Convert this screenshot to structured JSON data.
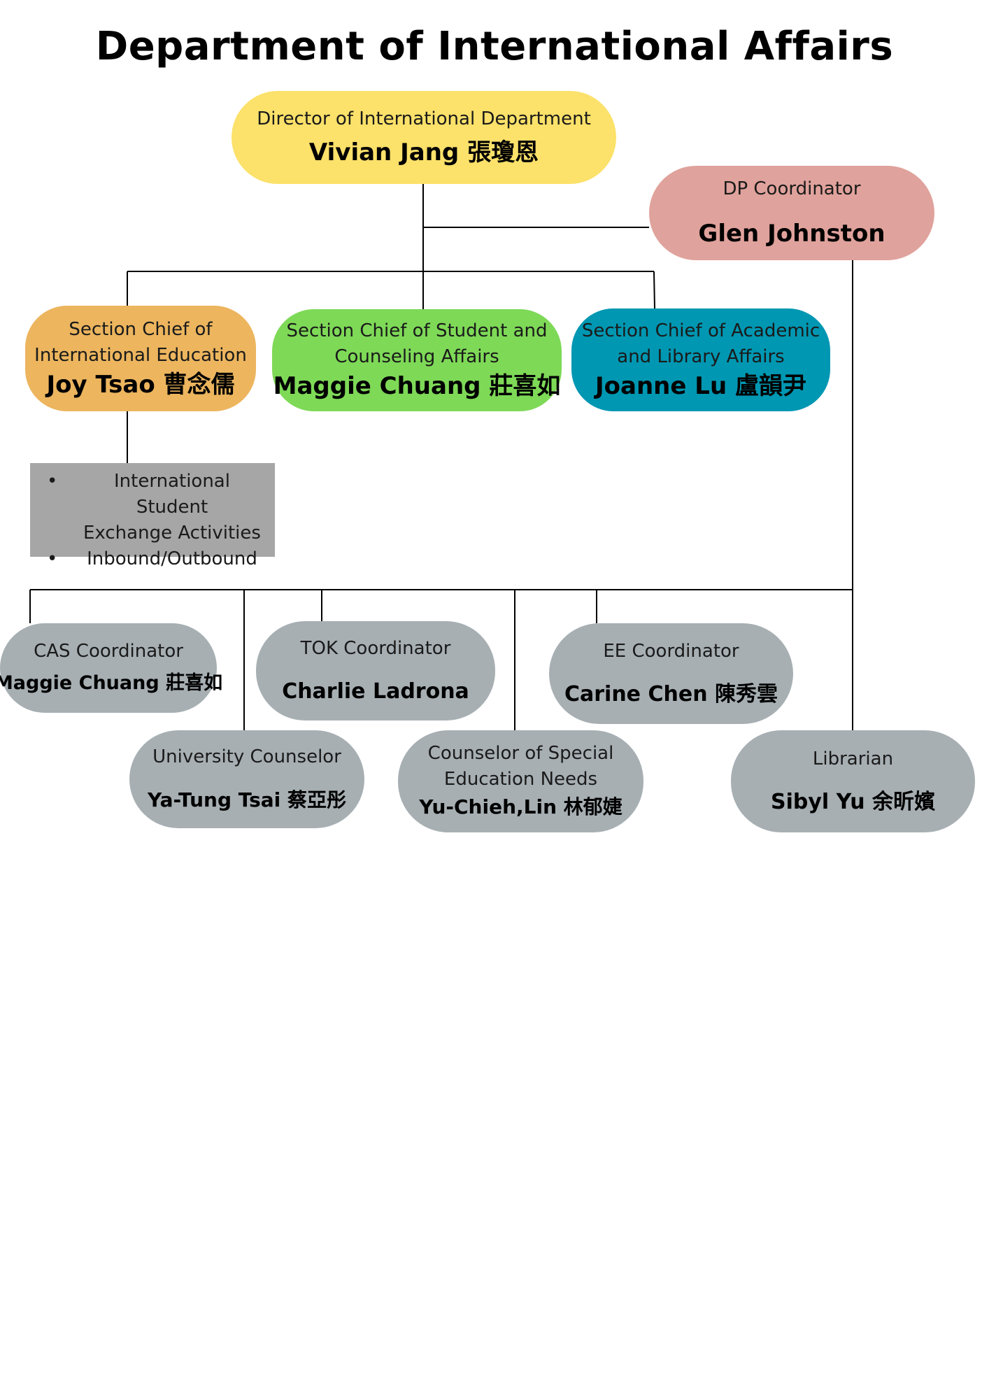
{
  "title": "Department of International Affairs",
  "nodes": {
    "director": {
      "role": "Director of International Department",
      "name": "Vivian Jang 張瓊恩",
      "color": "#fce16a"
    },
    "dp": {
      "role": "DP Coordinator",
      "name": "Glen Johnston",
      "color": "#e0a29c"
    },
    "intl_ed": {
      "role_line1": "Section Chief  of",
      "role_line2": "International Education",
      "name": "Joy Tsao 曹念儒",
      "color": "#ecb55e"
    },
    "student": {
      "role_line1": "Section Chief of Student and",
      "role_line2": "Counseling Affairs",
      "name": "Maggie Chuang 莊喜如",
      "color": "#7ed957"
    },
    "academic": {
      "role_line1": "Section Chief of Academic",
      "role_line2": "and Library Affairs",
      "name": "Joanne Lu 盧韻尹",
      "color": "#0097b2"
    },
    "cas": {
      "role": "CAS Coordinator",
      "name": "Maggie  Chuang  莊喜如"
    },
    "tok": {
      "role": "TOK Coordinator",
      "name": "Charlie  Ladrona"
    },
    "ee": {
      "role": "EE Coordinator",
      "name": "Carine  Chen  陳秀雲"
    },
    "univ": {
      "role": "University Counselor",
      "name": "Ya-Tung  Tsai  蔡亞彤"
    },
    "sen": {
      "role_line1": "Counselor of Special",
      "role_line2": "Education Needs",
      "name": "Yu-Chieh,Lin  林郁婕"
    },
    "lib": {
      "role": "Librarian",
      "name": "Sibyl  Yu  余昕嬪"
    }
  },
  "duties": {
    "item1_line1": "International Student",
    "item1_line2": "Exchange Activities",
    "item2": "Inbound/Outbound",
    "color": "#a6a6a6"
  },
  "gray_color": "#a7afb3"
}
